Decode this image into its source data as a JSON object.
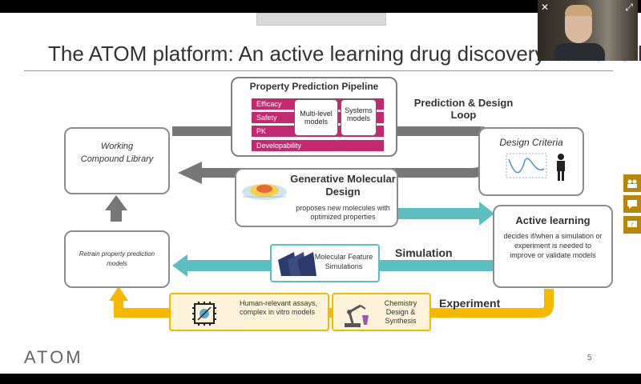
{
  "slide": {
    "title": "The ATOM platform: An active learning drug discovery framework",
    "logo": "ATOM",
    "page_number": "5"
  },
  "pipeline": {
    "heading": "Property Prediction Pipeline",
    "bars": [
      "Efficacy",
      "Safety",
      "PK",
      "Developability"
    ],
    "multilevel": "Multi-level models",
    "systems": "Systems models"
  },
  "loop_label": "Prediction & Design Loop",
  "working_library": "Working Compound Library",
  "design_criteria": "Design Criteria",
  "generative": {
    "heading": "Generative Molecular Design",
    "sub": "proposes new molecules with optimized properties"
  },
  "active_learning": {
    "heading": "Active learning",
    "sub": "decides if/when a simulation or experiment is needed to improve or validate models"
  },
  "retrain": "Retrain property prediction models",
  "simulation": {
    "label": "Simulation",
    "box_text": "Molecular Feature Simulations"
  },
  "experiment": {
    "label": "Experiment",
    "assays": "Human-relevant assays, complex in vitro models",
    "chemistry": "Chemistry Design & Synthesis"
  },
  "colors": {
    "pink": "#c4286e",
    "teal": "#5cbfbf",
    "gold": "#f5b800",
    "gray_arrow": "#707070",
    "side_button": "#b8860b"
  },
  "side_buttons": [
    "people-icon",
    "chat-icon",
    "question-icon"
  ],
  "icons": [
    "fullscreen-icon"
  ]
}
